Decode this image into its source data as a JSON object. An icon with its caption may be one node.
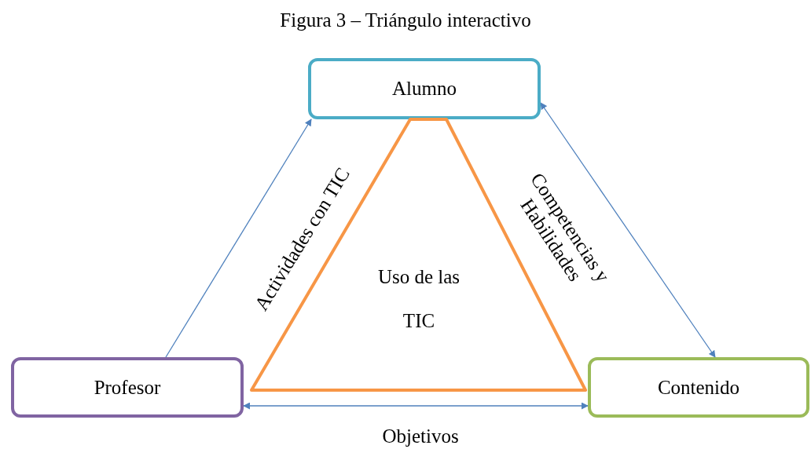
{
  "diagram": {
    "title": "Figura 3 – Triángulo interactivo",
    "nodes": [
      {
        "text": [
          "Alumno"
        ]
      },
      {
        "text": [
          "Profesor"
        ]
      },
      {
        "text": [
          "Contenido"
        ]
      },
      {
        "text": [
          "Uso de las TIC"
        ]
      }
    ],
    "edges": [
      {
        "from": 1,
        "to": 0,
        "arrow": "to",
        "label": "Actividades con TIC"
      },
      {
        "from": 0,
        "to": 2,
        "arrow": "both",
        "label": "Competencias y Habilidades"
      },
      {
        "from": 1,
        "to": 2,
        "arrow": "both",
        "label": "Objetivos"
      }
    ]
  }
}
